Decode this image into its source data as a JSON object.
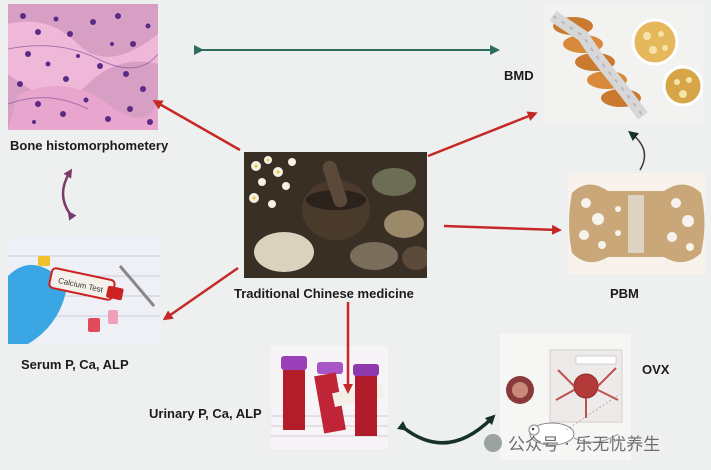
{
  "labels": {
    "bone_histo": "Bone histomorphometery",
    "bmd": "BMD",
    "tcm": "Traditional Chinese medicine",
    "pbm": "PBM",
    "serum": "Serum P, Ca, ALP",
    "urinary": "Urinary P, Ca, ALP",
    "ovx": "OVX",
    "tube_calcium": "Calcium Test"
  },
  "watermark": {
    "text": "公众号 · 乐无忧养生",
    "icon": "wechat-icon"
  },
  "colors": {
    "red_arrow": "#c62828",
    "teal_arrow": "#2e6d5d",
    "purple_arrow": "#7b3a6b",
    "dark_arrow": "#163226"
  }
}
